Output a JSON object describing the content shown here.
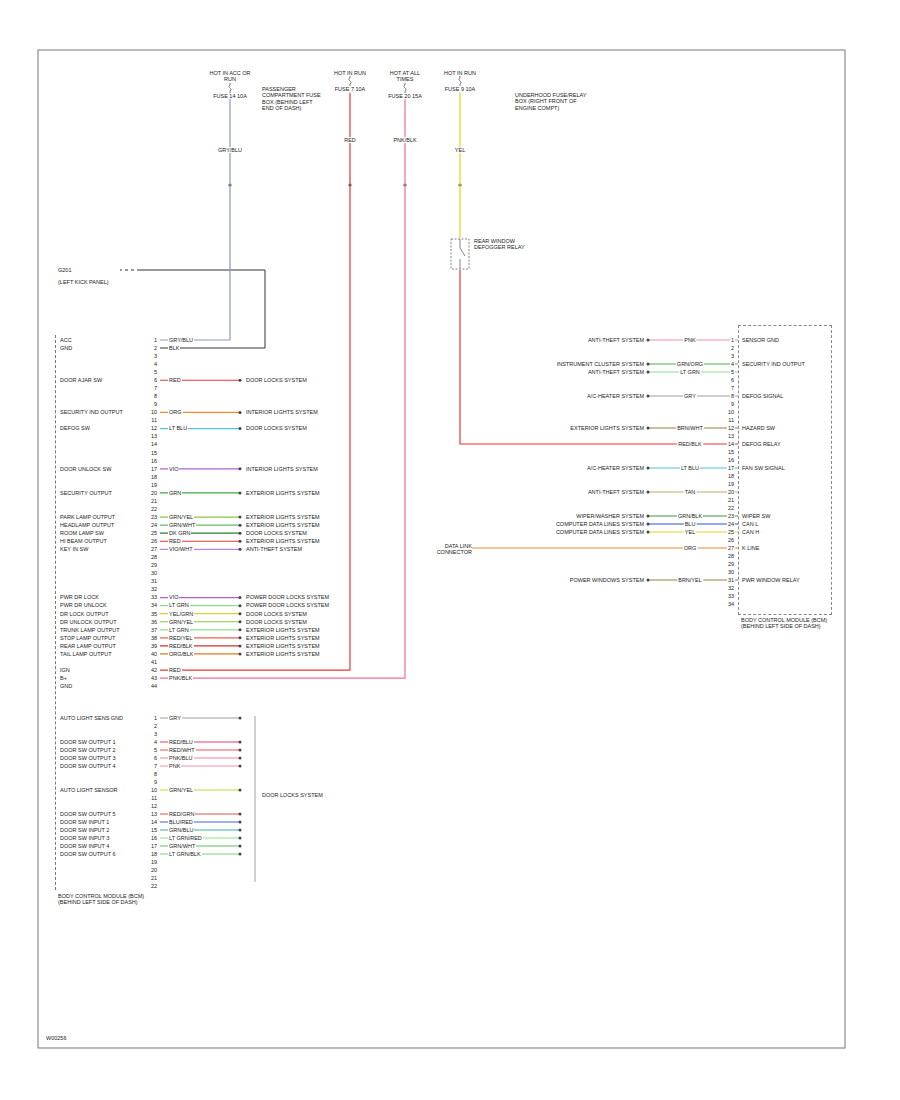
{
  "diagram": {
    "nodes": [
      {
        "text": [
          "HOT IN ACC OR RUN",
          "FUSE 14 10A"
        ]
      },
      {
        "text": [
          "HOT IN RUN",
          "FUSE 7 10A"
        ]
      },
      {
        "text": [
          "HOT AT ALL TIMES",
          "FUSE 20 15A"
        ]
      },
      {
        "text": [
          "HOT IN RUN",
          "FUSE 9 10A"
        ]
      },
      {
        "text": [
          "REAR WINDOW DEFOGGER RELAY"
        ]
      },
      {
        "text": [
          "BODY CONTROL MODULE (BCM) (BEHIND LEFT SIDE OF DASH)"
        ]
      },
      {
        "text": [
          "DATA LINK CONNECTOR"
        ]
      },
      {
        "text": [
          "BODY CONTROL MODULE (BCM) (BEHIND LEFT SIDE OF DASH)"
        ]
      }
    ],
    "edges": [
      {
        "from": 0,
        "to": 5,
        "arrow": "none"
      },
      {
        "from": 1,
        "to": 5,
        "arrow": "none"
      },
      {
        "from": 2,
        "to": 5,
        "arrow": "none"
      },
      {
        "from": 3,
        "to": 4,
        "arrow": "none"
      },
      {
        "from": 4,
        "to": 7,
        "arrow": "none"
      },
      {
        "from": 6,
        "to": 7,
        "arrow": "none"
      }
    ],
    "labels": [
      "PASSENGER COMPARTMENT FUSE BOX (BEHIND LEFT END OF DASH)",
      "UNDERHOOD FUSE/RELAY BOX (RIGHT FRONT OF ENGINE COMPT)",
      "GRY/BLU",
      "RED",
      "PNK/BLK",
      "YEL",
      "G201",
      "(LEFT KICK PANEL)",
      "ACC",
      "1",
      "GRY/BLU",
      "GND",
      "2",
      "BLK",
      "3",
      "4",
      "5",
      "DOOR AJAR SW",
      "6",
      "RED",
      "DOOR LOCKS SYSTEM",
      "7",
      "8",
      "9",
      "SECURITY IND OUTPUT",
      "10",
      "ORG",
      "INTERIOR LIGHTS SYSTEM",
      "11",
      "DEFOG SW",
      "12",
      "LT BLU",
      "DOOR LOCKS SYSTEM",
      "13",
      "14",
      "15",
      "16",
      "DOOR UNLOCK SW",
      "17",
      "VIO",
      "INTERIOR LIGHTS SYSTEM",
      "18",
      "19",
      "SECURITY OUTPUT",
      "20",
      "GRN",
      "EXTERIOR LIGHTS SYSTEM",
      "21",
      "22",
      "PARK LAMP OUTPUT",
      "23",
      "GRN/YEL",
      "EXTERIOR LIGHTS SYSTEM",
      "HEADLAMP OUTPUT",
      "24",
      "GRN/WHT",
      "EXTERIOR LIGHTS SYSTEM",
      "ROOM LAMP SW",
      "25",
      "DK GRN",
      "DOOR LOCKS SYSTEM",
      "HI BEAM OUTPUT",
      "26",
      "RED",
      "EXTERIOR LIGHTS SYSTEM",
      "KEY IN SW",
      "27",
      "VIO/WHT",
      "ANTI-THEFT SYSTEM",
      "28",
      "29",
      "30",
      "31",
      "32",
      "PWR DR LOCK",
      "33",
      "VIO",
      "POWER DOOR LOCKS SYSTEM",
      "PWR DR UNLOCK",
      "34",
      "LT GRN",
      "POWER DOOR LOCKS SYSTEM",
      "DR LOCK OUTPUT",
      "35",
      "YEL/GRN",
      "DOOR LOCKS SYSTEM",
      "DR UNLOCK OUTPUT",
      "36",
      "GRN/YEL",
      "DOOR LOCKS SYSTEM",
      "TRUNK LAMP OUTPUT",
      "37",
      "LT GRN",
      "EXTERIOR LIGHTS SYSTEM",
      "STOP LAMP OUTPUT",
      "38",
      "RED/YEL",
      "EXTERIOR LIGHTS SYSTEM",
      "REAR LAMP OUTPUT",
      "39",
      "RED/BLK",
      "EXTERIOR LIGHTS SYSTEM",
      "TAIL LAMP OUTPUT",
      "40",
      "ORG/BLK",
      "EXTERIOR LIGHTS SYSTEM",
      "41",
      "IGN",
      "42",
      "RED",
      "B+",
      "43",
      "PNK/BLK",
      "GND",
      "44",
      "AUTO LIGHT SENS GND",
      "1",
      "GRY",
      "2",
      "3",
      "DOOR SW OUTPUT 1",
      "4",
      "RED/BLU",
      "DOOR SW OUTPUT 2",
      "5",
      "RED/WHT",
      "DOOR SW OUTPUT 3",
      "6",
      "PNK/BLU",
      "DOOR SW OUTPUT 4",
      "7",
      "PNK",
      "8",
      "9",
      "AUTO LIGHT SENSOR",
      "10",
      "GRN/YEL",
      "11",
      "12",
      "DOOR SW OUTPUT 5",
      "13",
      "RED/GRN",
      "DOOR SW INPUT 1",
      "14",
      "BLU/RED",
      "DOOR SW INPUT 2",
      "15",
      "GRN/BLU",
      "DOOR SW INPUT 3",
      "16",
      "LT GRN/RED",
      "DOOR SW INPUT 4",
      "17",
      "GRN/WHT",
      "DOOR SW OUTPUT 6",
      "18",
      "LT GRN/BLK",
      "19",
      "20",
      "21",
      "22",
      "DOOR LOCKS SYSTEM",
      "ANTI-THEFT SYSTEM",
      "PNK",
      "1",
      "SENSOR GND",
      "2",
      "3",
      "INSTRUMENT CLUSTER SYSTEM",
      "GRN/ORG",
      "4",
      "SECURITY IND OUTPUT",
      "ANTI-THEFT SYSTEM",
      "LT GRN",
      "5",
      "6",
      "7",
      "A/C-HEATER SYSTEM",
      "GRY",
      "8",
      "DEFOG SIGNAL",
      "9",
      "10",
      "11",
      "EXTERIOR LIGHTS SYSTEM",
      "BRN/WHT",
      "12",
      "HAZARD SW",
      "13",
      "RED/BLK",
      "14",
      "DEFOG RELAY",
      "15",
      "16",
      "A/C-HEATER SYSTEM",
      "LT BLU",
      "17",
      "FAN SW SIGNAL",
      "18",
      "19",
      "ANTI-THEFT SYSTEM",
      "TAN",
      "20",
      "21",
      "22",
      "WIPER/WASHER SYSTEM",
      "GRN/BLK",
      "23",
      "WIPER SW",
      "COMPUTER DATA LINES SYSTEM",
      "BLU",
      "24",
      "CAN L",
      "COMPUTER DATA LINES SYSTEM",
      "YEL",
      "25",
      "CAN H",
      "26",
      "ORG",
      "27",
      "K LINE",
      "28",
      "29",
      "30",
      "POWER WINDOWS SYSTEM",
      "BRN/YEL",
      "31",
      "PWR WINDOW RELAY",
      "32",
      "33",
      "34",
      "W00256"
    ]
  }
}
